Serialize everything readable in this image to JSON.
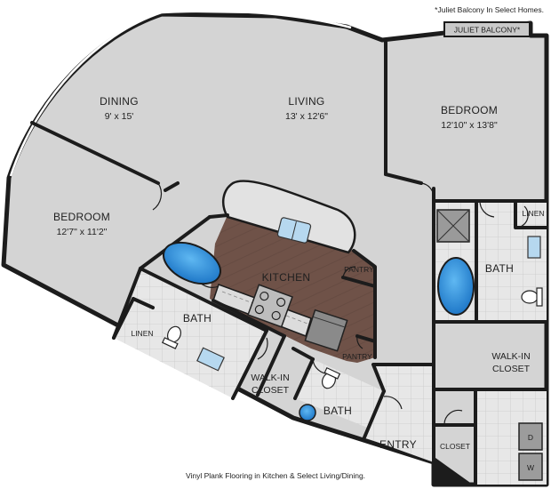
{
  "notes": {
    "balcony_note": "*Juliet Balcony In Select Homes.",
    "flooring_note": "Vinyl Plank Flooring in Kitchen & Select Living/Dining."
  },
  "rooms": {
    "dining": {
      "name": "DINING",
      "dims": "9' x 15'"
    },
    "living": {
      "name": "LIVING",
      "dims": "13' x 12'6\""
    },
    "bedroom_main": {
      "name": "BEDROOM",
      "dims": "12'10\" x 13'8\""
    },
    "bedroom_left": {
      "name": "BEDROOM",
      "dims": "12'7\" x 11'2\""
    },
    "kitchen": {
      "name": "KITCHEN"
    },
    "pantry_top": {
      "name": "PANTRY"
    },
    "pantry_bottom": {
      "name": "PANTRY"
    },
    "bath_right": {
      "name": "BATH"
    },
    "bath_center": {
      "name": "BATH"
    },
    "bath_lower": {
      "name": "BATH"
    },
    "linen_right": {
      "name": "LINEN"
    },
    "linen_left": {
      "name": "LINEN"
    },
    "walkin_right": {
      "line1": "WALK-IN",
      "line2": "CLOSET"
    },
    "walkin_center": {
      "line1": "WALK-IN",
      "line2": "CLOSET"
    },
    "entry": {
      "name": "ENTRY"
    },
    "closet": {
      "name": "CLOSET"
    },
    "juliet_balcony": {
      "name": "JULIET BALCONY*"
    }
  },
  "appliances": {
    "dryer": "D",
    "washer": "W"
  },
  "colors": {
    "floor": "#d3d3d3",
    "wall": "#222222",
    "kitchen_floor": "#6e5147",
    "tub": "#2f8fd8",
    "tile": "#e6e6e6"
  }
}
